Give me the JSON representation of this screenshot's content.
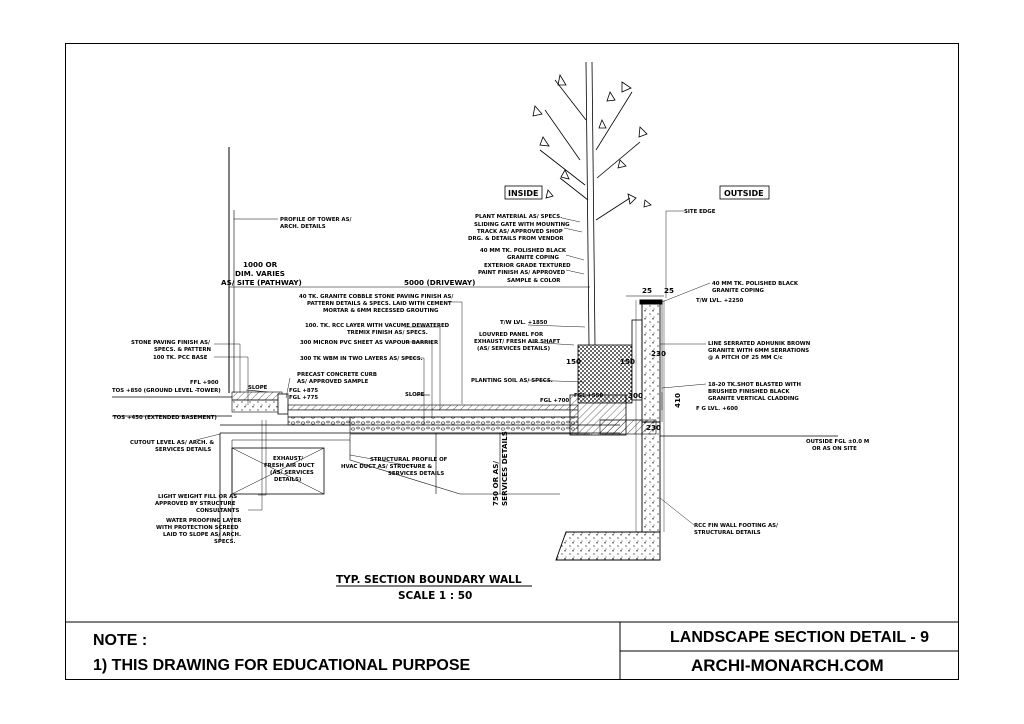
{
  "drawing": {
    "title": "TYP. SECTION BOUNDARY WALL",
    "scale": "SCALE 1 : 50",
    "inside_tag": "INSIDE",
    "outside_tag": "OUTSIDE"
  },
  "dimensions": {
    "pathway_1": "1000 OR",
    "pathway_2": "DIM. VARIES",
    "pathway_3": "AS/ SITE (PATHWAY)",
    "driveway": "5000 (DRIVEWAY)",
    "dim_25a": "25",
    "dim_25b": "25",
    "dim_230a": "230",
    "dim_230b": "230",
    "dim_150a": "150",
    "dim_150b": "150",
    "dim_300": "300",
    "dim_410": "410",
    "dim_750_1": "750 OR AS/",
    "dim_750_2": "SERVICES DETAILS"
  },
  "labels": {
    "profile_tower_1": "PROFILE OF TOWER AS/",
    "profile_tower_2": "ARCH. DETAILS",
    "plant_1": "PLANT MATERIAL AS/ SPECS.",
    "gate_1": "SLIDING GATE WITH MOUNTING",
    "gate_2": "TRACK AS/ APPROVED SHOP",
    "gate_3": "DRG. & DETAILS FROM VENDOR",
    "coping_in_1": "40 MM TK. POLISHED BLACK",
    "coping_in_2": "GRANITE COPING",
    "paint_1": "EXTERIOR GRADE TEXTURED",
    "paint_2": "PAINT FINISH AS/ APPROVED",
    "paint_3": "SAMPLE & COLOR",
    "cobble_1": "40 TK. GRANITE COBBLE STONE PAVING FINISH AS/",
    "cobble_2": "PATTERN DETAILS & SPECS. LAID WITH CEMENT",
    "cobble_3": "MORTAR & 6MM RECESSED GROUTING",
    "rcc_1": "100. TK. RCC LAYER WITH VACUME DEWATERED",
    "rcc_2": "TREMIX FINISH AS/ SPECS.",
    "pvc_1": "300 MICRON PVC SHEET AS VAPOUR BARRIER",
    "wbm_1": "300 TK WBM IN TWO LAYERS AS/ SPECS.",
    "stone_1": "STONE PAVING FINISH AS/",
    "stone_2": "SPECS. & PATTERN",
    "pcc_1": "100 TK. PCC BASE",
    "curb_1": "PRECAST CONCRETE CURB",
    "curb_2": "AS/ APPROVED SAMPLE",
    "slope_1": "SLOPE",
    "slope_2": "SLOPE",
    "ffl_1": "FFL +900",
    "tos_1": "TOS +850 (GROUND LEVEL -TOWER)",
    "fgl_875": "FGL +875",
    "fgl_775": "FGL +775",
    "tos_2": "TOS +450 (EXTENDED BASEMENT)",
    "cutout_1": "CUTOUT LEVEL AS/ ARCH. &",
    "cutout_2": "SERVICES DETAILS",
    "duct_1": "EXHAUST/",
    "duct_2": "FRESH AIR DUCT",
    "duct_3": "(AS/ SERVICES",
    "duct_4": "DETAILS)",
    "hvac_1": "STRUCTURAL PROFILE OF",
    "hvac_2": "HVAC DUCT AS/ STRUCTURE &",
    "hvac_3": "SERVICES DETAILS",
    "lwfill_1": "LIGHT WEIGHT FILL OR AS",
    "lwfill_2": "APPROVED BY STRUCTURE",
    "lwfill_3": "CONSULTANTS",
    "wp_1": "WATER PROOFING LAYER",
    "wp_2": "WITH PROTECTION SCREED",
    "wp_3": "LAID TO SLOPE AS/ ARCH.",
    "wp_4": "SPECS.",
    "twlvl_1": "T/W LVL. +1850",
    "louver_1": "LOUVRED PANEL FOR",
    "louver_2": "EXHAUST/ FRESH AIR SHAFT",
    "louver_3": "(AS/ SERVICES DETAILS)",
    "soil_1": "PLANTING SOIL AS/ SPECS.",
    "fgl_700": "FGL +700",
    "fgl_small": "FGL +550",
    "site_edge": "SITE EDGE",
    "coping_out_1": "40 MM TK. POLISHED BLACK",
    "coping_out_2": "GRANITE COPING",
    "twlvl_2": "T/W LVL. +2250",
    "serr_1": "LINE SERRATED ADHUNIK BROWN",
    "serr_2": "GRANITE WITH 6MM SERRATIONS",
    "serr_3": "@ A PITCH OF 25 MM C/c",
    "shot_1": "18-20 TK.SHOT BLASTED WITH",
    "shot_2": "BRUSHED FINISHED BLACK",
    "shot_3": "GRANITE VERTICAL CLADDING",
    "fglvl": "F G LVL. +600",
    "outfgl_1": "OUTSIDE FGL ±0.0 M",
    "outfgl_2": "OR AS ON SITE",
    "footing_1": "RCC FIN WALL FOOTING AS/",
    "footing_2": "STRUCTURAL DETAILS"
  },
  "title_block": {
    "note_heading": "NOTE :",
    "note_text": "1) THIS DRAWING FOR EDUCATIONAL PURPOSE",
    "sheet_title": "LANDSCAPE SECTION DETAIL - 9",
    "website": "ARCHI-MONARCH.COM"
  }
}
